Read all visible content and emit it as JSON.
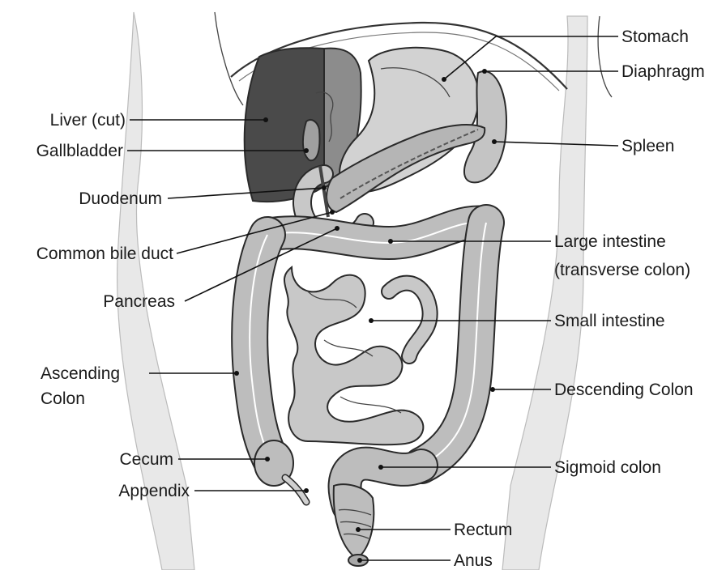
{
  "labels": {
    "stomach": "Stomach",
    "diaphragm": "Diaphragm",
    "spleen": "Spleen",
    "liver": "Liver (cut)",
    "gallbladder": "Gallbladder",
    "duodenum": "Duodenum",
    "common_bile_duct": "Common bile duct",
    "pancreas": "Pancreas",
    "large_intestine_line1": "Large intestine",
    "large_intestine_line2": "(transverse colon)",
    "small_intestine": "Small intestine",
    "ascending_line1": "Ascending",
    "ascending_line2": "Colon",
    "descending_colon": "Descending Colon",
    "cecum": "Cecum",
    "appendix": "Appendix",
    "sigmoid_colon": "Sigmoid colon",
    "rectum": "Rectum",
    "anus": "Anus"
  },
  "colors": {
    "liver": "#4a4a4a",
    "liver_light": "#8c8c8c",
    "stomach": "#cfcfcf",
    "spleen": "#c4c4c4",
    "intestine": "#bdbdbd",
    "body_wall": "#e3e3e3"
  }
}
